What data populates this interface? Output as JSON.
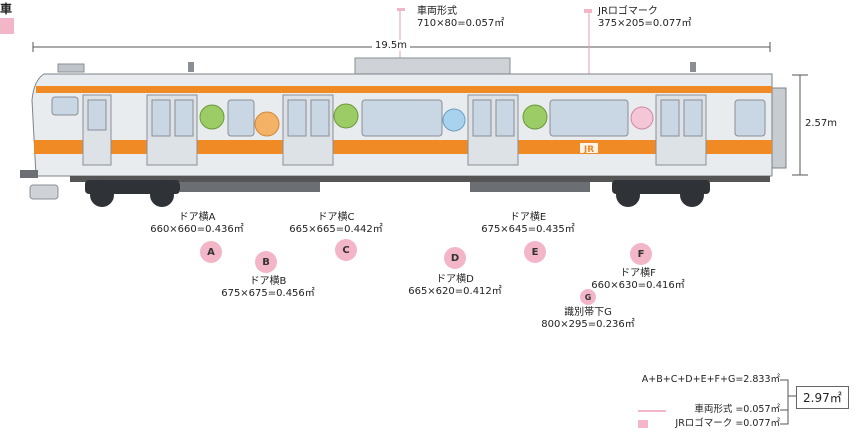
{
  "header_char": "車",
  "callouts": {
    "car_type": {
      "title": "車両形式",
      "formula": "710×80=0.057㎡"
    },
    "jr_logo": {
      "title": "JRロゴマーク",
      "formula": "375×205=0.077㎡"
    }
  },
  "dimensions": {
    "length": "19.5m",
    "height": "2.57m"
  },
  "areas": [
    {
      "letter": "A",
      "name": "ドア横A",
      "formula": "660×660=0.436㎡"
    },
    {
      "letter": "B",
      "name": "ドア横B",
      "formula": "675×675=0.456㎡"
    },
    {
      "letter": "C",
      "name": "ドア横C",
      "formula": "665×665=0.442㎡"
    },
    {
      "letter": "D",
      "name": "ドア横D",
      "formula": "665×620=0.412㎡"
    },
    {
      "letter": "E",
      "name": "ドア横E",
      "formula": "675×645=0.435㎡"
    },
    {
      "letter": "F",
      "name": "ドア横F",
      "formula": "660×630=0.416㎡"
    },
    {
      "letter": "G",
      "name": "識別帯下G",
      "formula": "800×295=0.236㎡"
    }
  ],
  "summary": {
    "sum_line": "A+B+C+D+E+F+G=2.833㎡",
    "car_type_line": "車両形式 =0.057㎡",
    "jr_logo_line": "JRロゴマーク =0.077㎡",
    "total": "2.97㎡"
  },
  "colors": {
    "stripe": "#f08a24",
    "body": "#e9ecef",
    "pink": "#f3b6c8"
  }
}
